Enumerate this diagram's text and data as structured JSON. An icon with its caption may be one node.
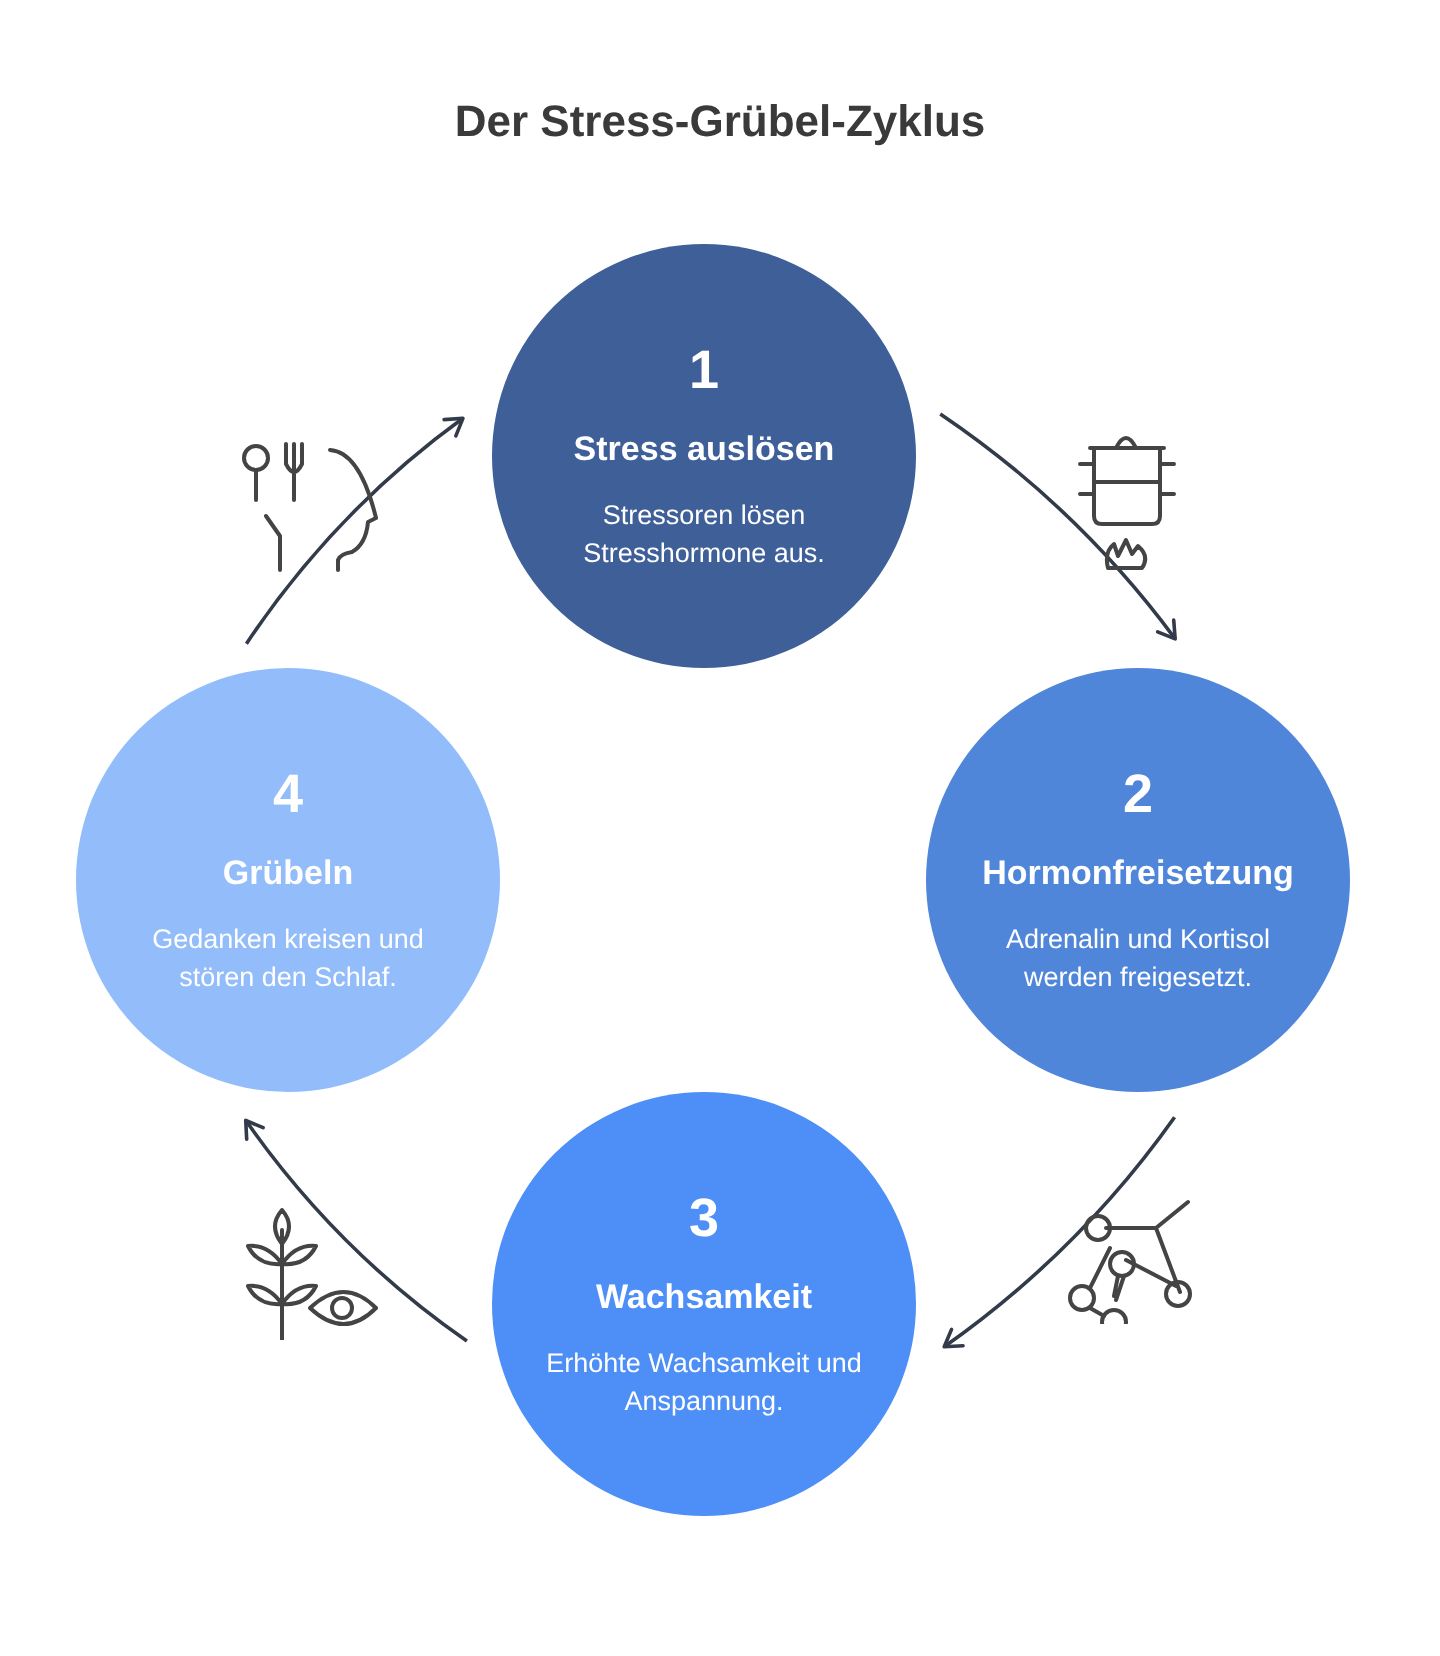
{
  "diagram": {
    "title": "Der Stress-Grübel-Zyklus",
    "nodes": [
      {
        "text": [
          "1",
          "Stress auslösen",
          "Stressoren lösen Stresshormone aus."
        ]
      },
      {
        "text": [
          "2",
          "Hormonfreisetzung",
          "Adrenalin und Kortisol werden freigesetzt."
        ]
      },
      {
        "text": [
          "3",
          "Wachsamkeit",
          "Erhöhte Wachsamkeit und Anspannung."
        ]
      },
      {
        "text": [
          "4",
          "Grübeln",
          "Gedanken kreisen und stören den Schlaf."
        ]
      }
    ],
    "edges": [
      {
        "from": 0,
        "to": 1,
        "arrow": "to"
      },
      {
        "from": 1,
        "to": 2,
        "arrow": "to"
      },
      {
        "from": 2,
        "to": 3,
        "arrow": "to"
      },
      {
        "from": 3,
        "to": 0,
        "arrow": "to"
      }
    ]
  }
}
